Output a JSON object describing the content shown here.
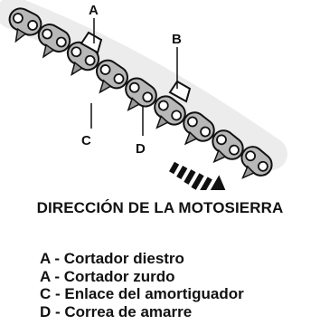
{
  "callouts": {
    "a": "A",
    "b": "B",
    "c": "C",
    "d": "D"
  },
  "direction_label": "DIRECCIÓN DE LA MOTOSIERRA",
  "legend": [
    "A - Cortador diestro",
    "A - Cortador zurdo",
    "C - Enlace del amortiguador",
    "D - Correa de amarre"
  ]
}
